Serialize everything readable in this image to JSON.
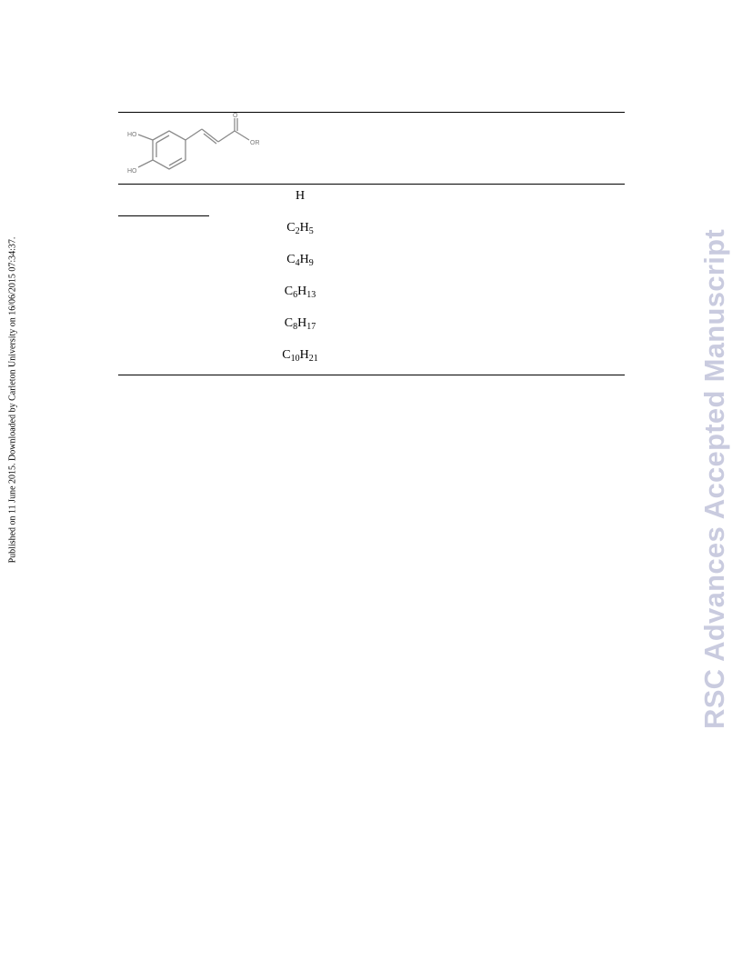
{
  "sidebar_note": "Published on 11 June 2015. Downloaded by Carleton University on 16/06/2015 07:34:37.",
  "watermark": "RSC Advances Accepted Manuscript",
  "structure": {
    "labels": {
      "ho_top": "HO",
      "ho_bottom": "HO",
      "carbonyl_o": "O",
      "ester": "OR"
    }
  },
  "r_groups": [
    {
      "base": "H",
      "parts": []
    },
    {
      "base": "C",
      "parts": [
        {
          "t": "sub",
          "v": "2"
        },
        {
          "t": "txt",
          "v": "H"
        },
        {
          "t": "sub",
          "v": "5"
        }
      ]
    },
    {
      "base": "C",
      "parts": [
        {
          "t": "sub",
          "v": "4"
        },
        {
          "t": "txt",
          "v": "H"
        },
        {
          "t": "sub",
          "v": "9"
        }
      ]
    },
    {
      "base": "C",
      "parts": [
        {
          "t": "sub",
          "v": "6"
        },
        {
          "t": "txt",
          "v": "H"
        },
        {
          "t": "sub",
          "v": "13"
        }
      ]
    },
    {
      "base": "C",
      "parts": [
        {
          "t": "sub",
          "v": "8"
        },
        {
          "t": "txt",
          "v": "H"
        },
        {
          "t": "sub",
          "v": "17"
        }
      ]
    },
    {
      "base": "C",
      "parts": [
        {
          "t": "sub",
          "v": "10"
        },
        {
          "t": "txt",
          "v": "H"
        },
        {
          "t": "sub",
          "v": "21"
        }
      ]
    }
  ]
}
